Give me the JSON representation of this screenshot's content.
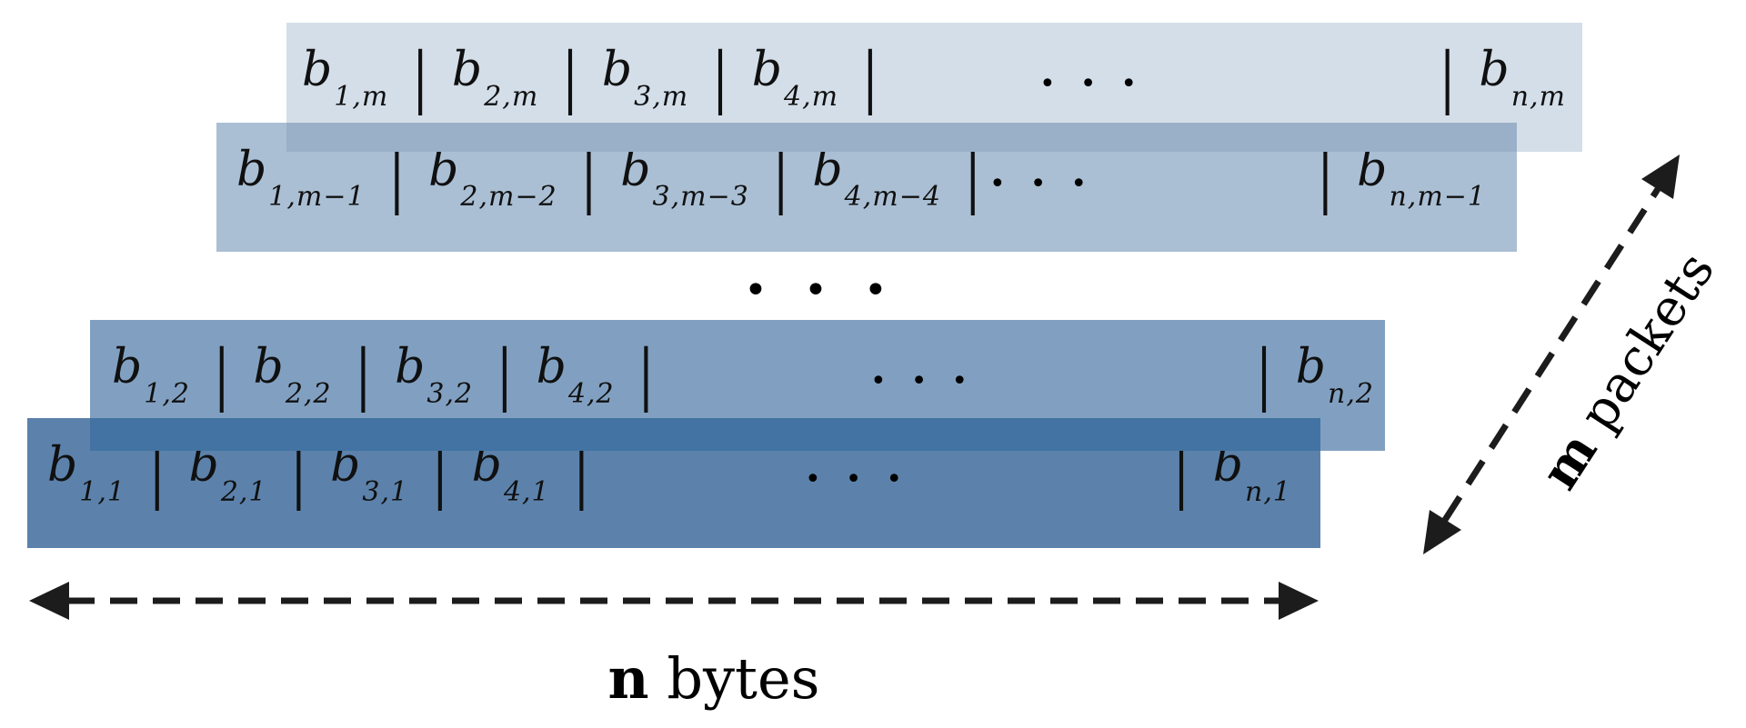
{
  "bars": [
    {
      "id": "packet-m",
      "cells": [
        {
          "base": "b",
          "sub": "1,m"
        },
        {
          "base": "b",
          "sub": "2,m"
        },
        {
          "base": "b",
          "sub": "3,m"
        },
        {
          "base": "b",
          "sub": "4,m"
        }
      ],
      "last": {
        "base": "b",
        "sub": "n,m"
      },
      "color": "#d3dee9"
    },
    {
      "id": "packet-m-1",
      "cells": [
        {
          "base": "b",
          "sub": "1,m−1"
        },
        {
          "base": "b",
          "sub": "2,m−2"
        },
        {
          "base": "b",
          "sub": "3,m−3"
        },
        {
          "base": "b",
          "sub": "4,m−4"
        }
      ],
      "last": {
        "base": "b",
        "sub": "n,m−1"
      },
      "color": "#aabfd4"
    },
    {
      "id": "packet-2",
      "cells": [
        {
          "base": "b",
          "sub": "1,2"
        },
        {
          "base": "b",
          "sub": "2,2"
        },
        {
          "base": "b",
          "sub": "3,2"
        },
        {
          "base": "b",
          "sub": "4,2"
        }
      ],
      "last": {
        "base": "b",
        "sub": "n,2"
      },
      "color": "#81a0c1"
    },
    {
      "id": "packet-1",
      "cells": [
        {
          "base": "b",
          "sub": "1,1"
        },
        {
          "base": "b",
          "sub": "2,1"
        },
        {
          "base": "b",
          "sub": "3,1"
        },
        {
          "base": "b",
          "sub": "4,1"
        }
      ],
      "last": {
        "base": "b",
        "sub": "n,1"
      },
      "color": "#5c82ab"
    }
  ],
  "glyphs": {
    "separator": "|",
    "row_ellipsis": "•••",
    "mid_ellipsis": "•••"
  },
  "labels": {
    "bytes": {
      "bold": "n",
      "rest": " bytes"
    },
    "packets": {
      "bold": "m",
      "rest": " packets"
    }
  },
  "colors": {
    "background": "#ffffff",
    "overlap_upper": "#9ab0c8",
    "overlap_lower": "#4273a2",
    "arrow": "#1c1c1c",
    "text": "#101010"
  }
}
